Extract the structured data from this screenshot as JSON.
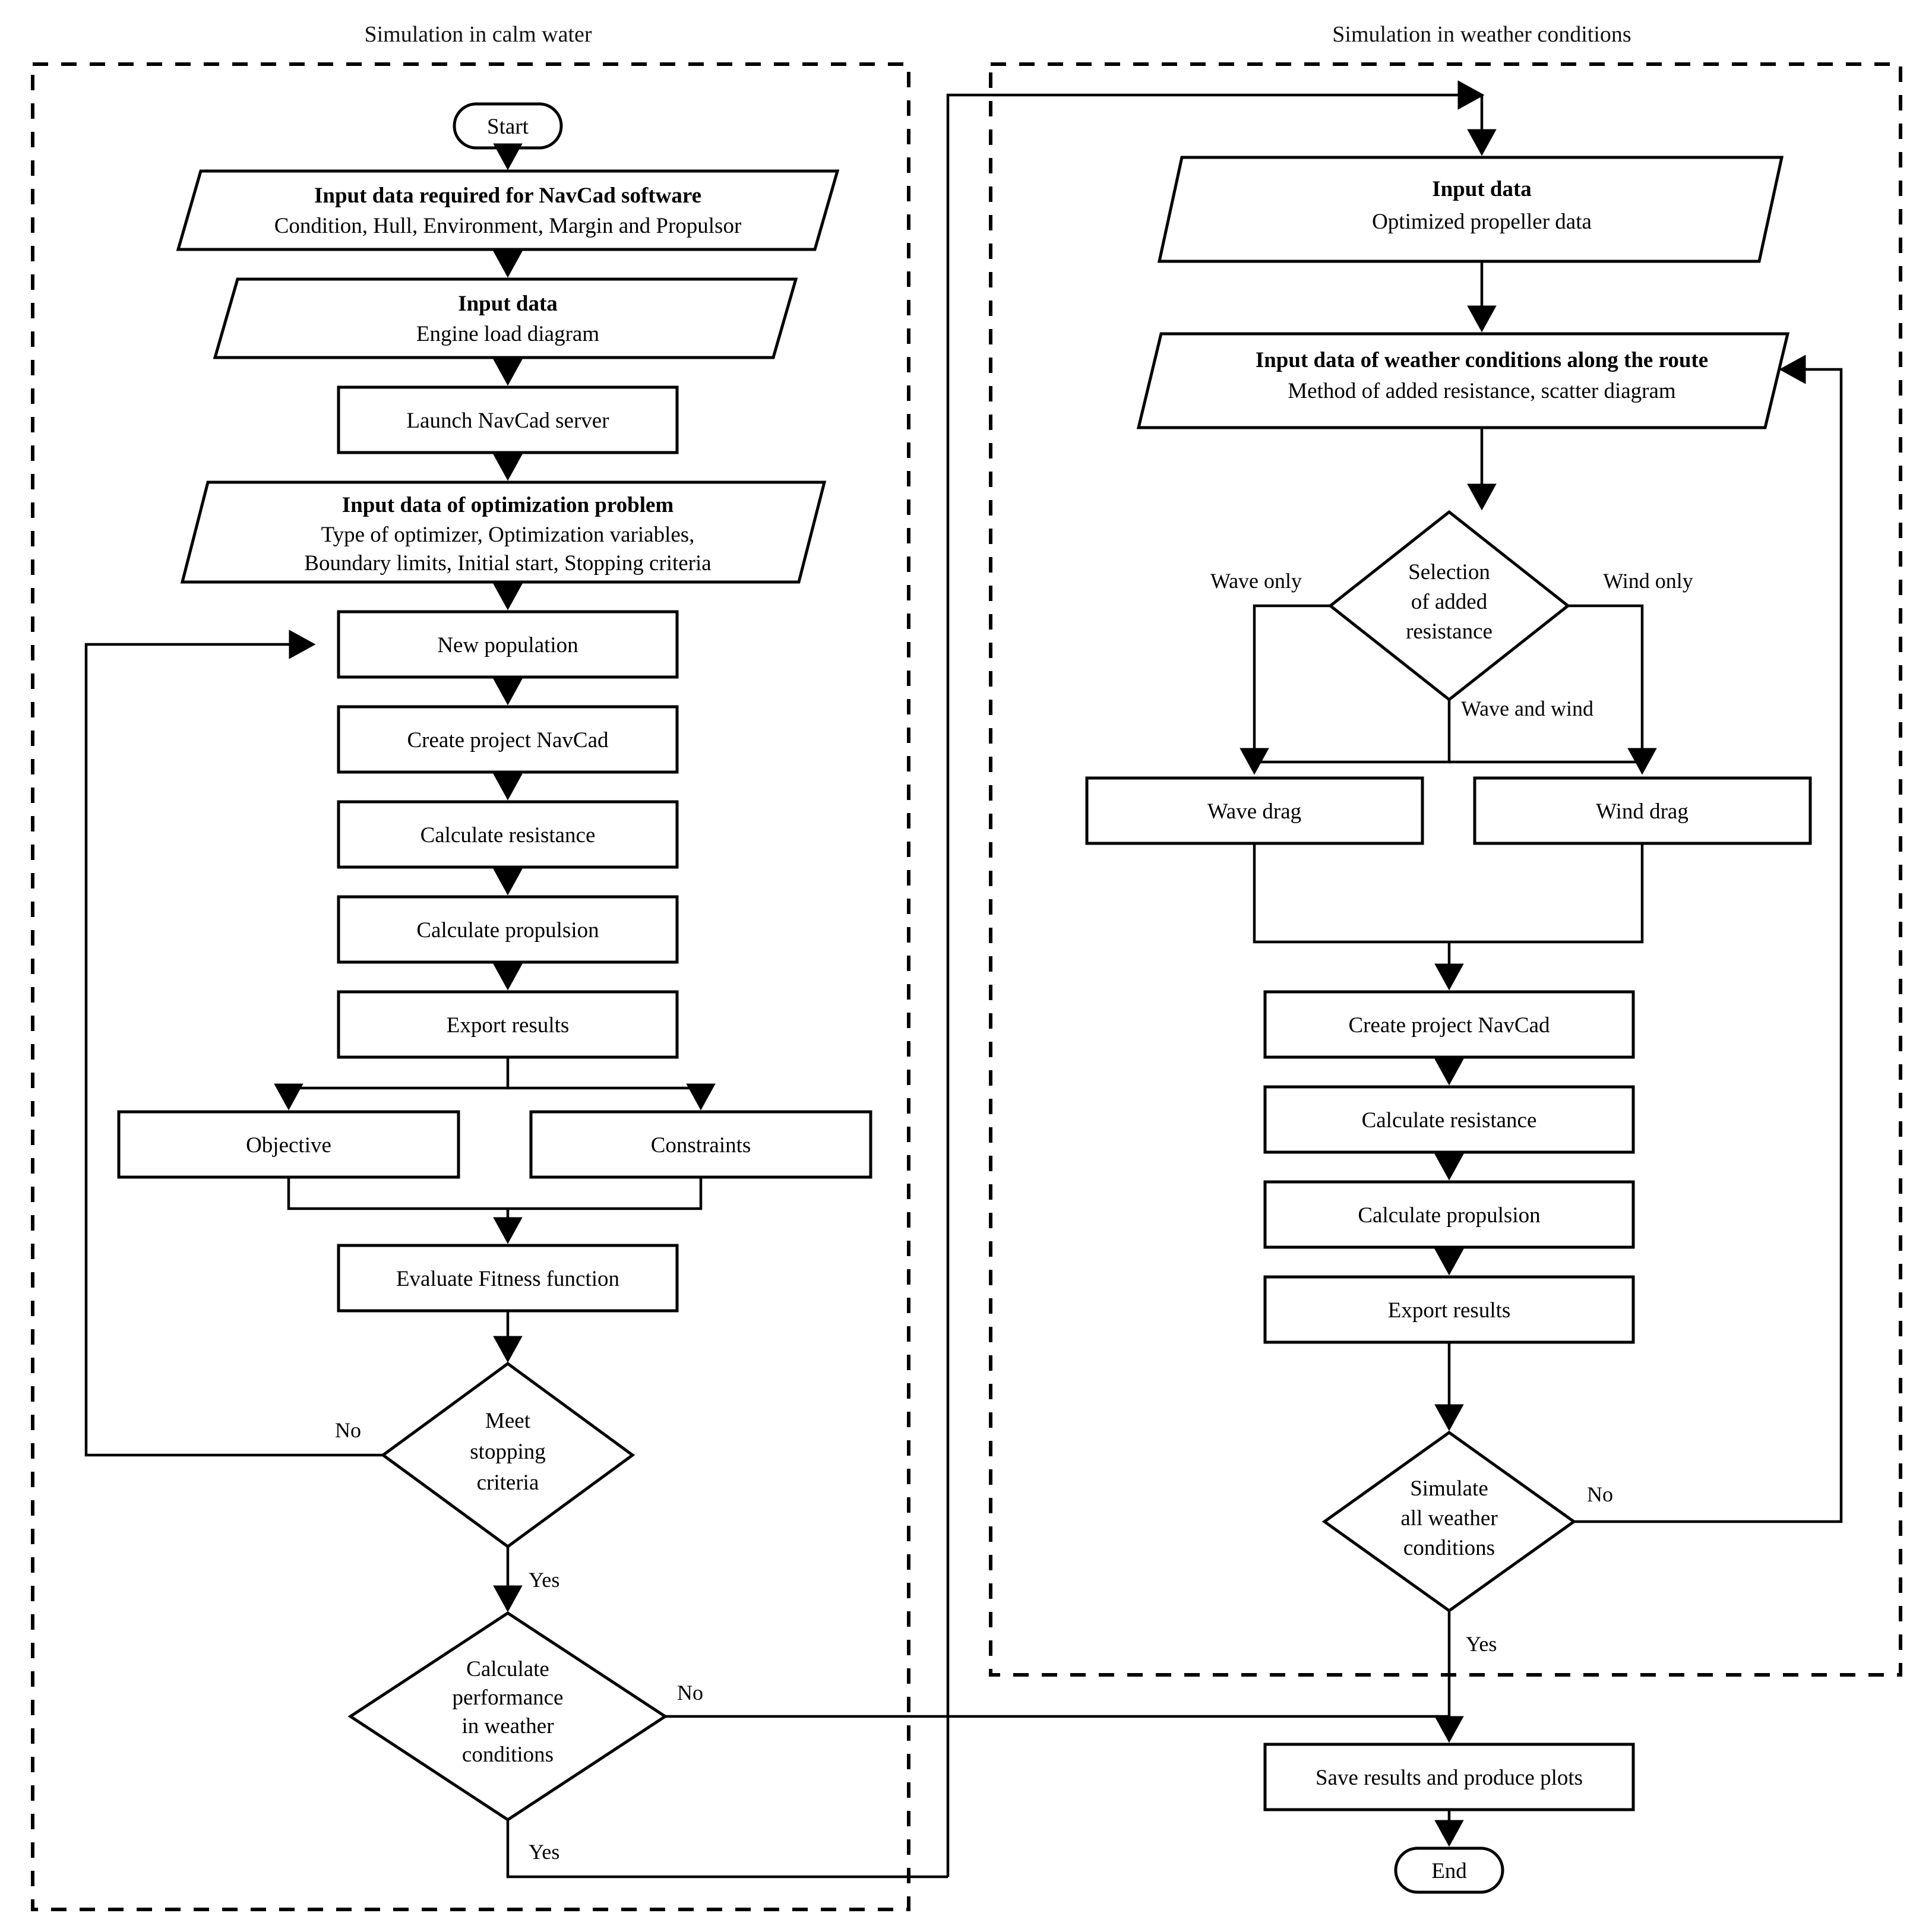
{
  "panels": [
    {
      "id": "calm",
      "title": "Simulation in calm water"
    },
    {
      "id": "weather",
      "title": "Simulation in weather conditions"
    }
  ],
  "calm_water": {
    "start": "Start",
    "input_navcad": {
      "title": "Input data required for NavCad software",
      "detail": "Condition, Hull, Environment, Margin and Propulsor"
    },
    "input_engine": {
      "title": "Input data",
      "detail": "Engine load diagram"
    },
    "launch_server": "Launch NavCad server",
    "input_optimization": {
      "title": "Input data of optimization problem",
      "detail_line1": "Type of optimizer, Optimization variables,",
      "detail_line2": "Boundary limits, Initial start, Stopping criteria"
    },
    "new_population": "New population",
    "create_project": "Create project NavCad",
    "calculate_resistance": "Calculate resistance",
    "calculate_propulsion": "Calculate propulsion",
    "export_results": "Export results",
    "objective": "Objective",
    "constraints": "Constraints",
    "evaluate_fitness": "Evaluate Fitness function",
    "meet_stopping": {
      "line1": "Meet",
      "line2": "stopping",
      "line3": "criteria",
      "no_label": "No",
      "yes_label": "Yes"
    },
    "calc_perf_weather": {
      "line1": "Calculate",
      "line2": "performance",
      "line3": "in weather",
      "line4": "conditions",
      "no_label": "No",
      "yes_label": "Yes"
    }
  },
  "weather_conditions": {
    "input_data": {
      "title": "Input data",
      "detail": "Optimized propeller data"
    },
    "input_weather": {
      "title": "Input data of weather conditions along the route",
      "detail": "Method of added resistance, scatter diagram"
    },
    "selection": {
      "line1": "Selection",
      "line2": "of added",
      "line3": "resistance",
      "branch_left": "Wave only",
      "branch_right": "Wind only",
      "branch_center": "Wave and wind"
    },
    "wave_drag": "Wave drag",
    "wind_drag": "Wind drag",
    "create_project": "Create project NavCad",
    "calculate_resistance": "Calculate resistance",
    "calculate_propulsion": "Calculate propulsion",
    "export_results": "Export results",
    "simulate_all": {
      "line1": "Simulate",
      "line2": "all weather",
      "line3": "conditions",
      "no_label": "No",
      "yes_label": "Yes"
    },
    "save_results": "Save results and produce plots",
    "end": "End"
  },
  "colors": {
    "stroke": "#000000",
    "fill": "#ffffff",
    "background": "#ffffff"
  }
}
